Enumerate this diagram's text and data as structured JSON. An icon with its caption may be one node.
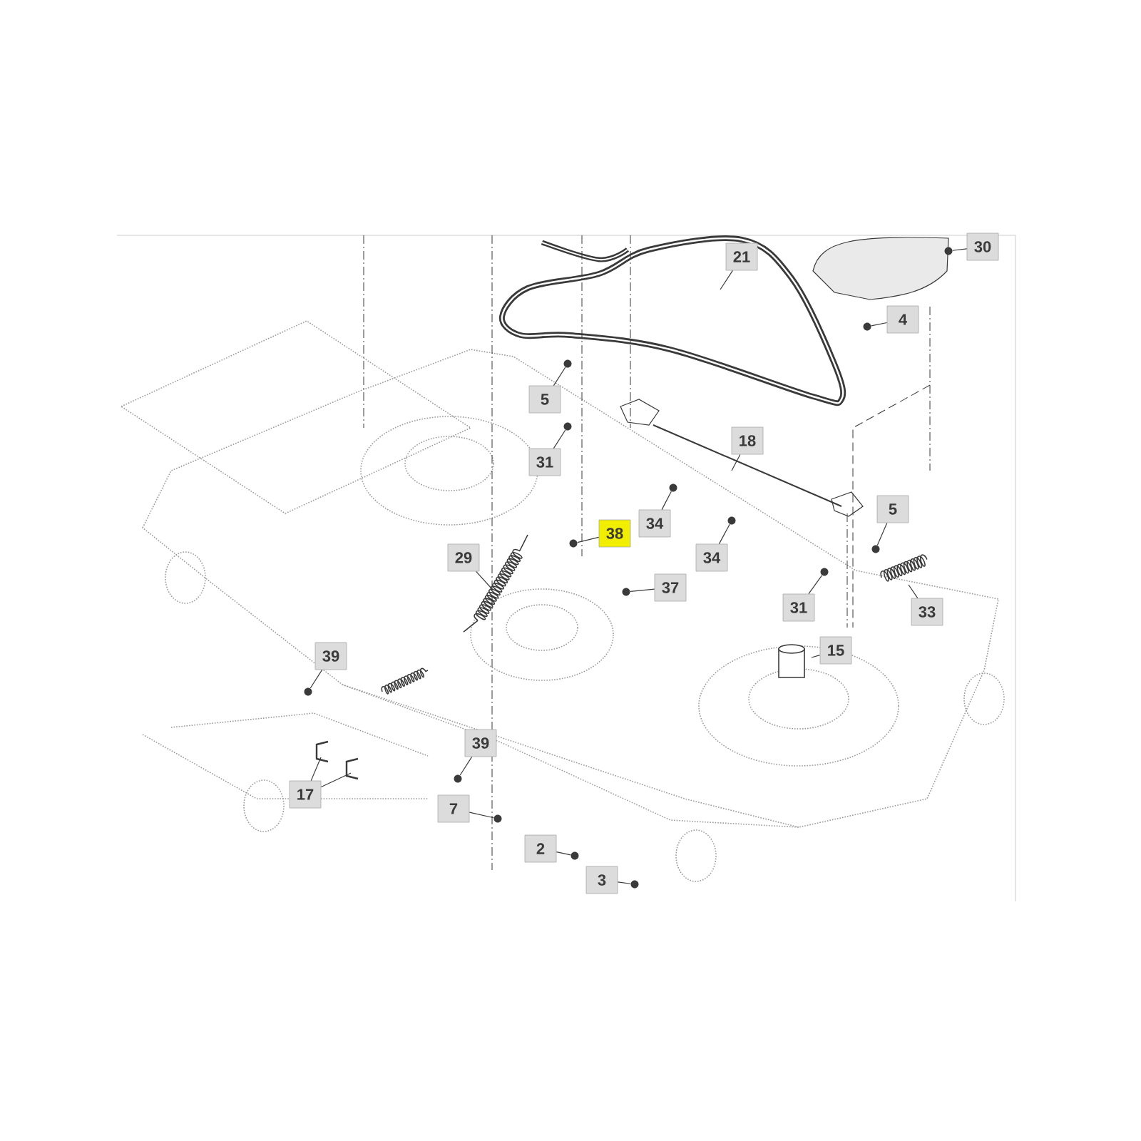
{
  "diagram": {
    "nodes": [
      {
        "text": [
          "21"
        ]
      },
      {
        "text": [
          "30"
        ]
      },
      {
        "text": [
          "4"
        ]
      },
      {
        "text": [
          "5"
        ]
      },
      {
        "text": [
          "31"
        ]
      },
      {
        "text": [
          "18"
        ]
      },
      {
        "text": [
          "34"
        ]
      },
      {
        "text": [
          "38"
        ]
      },
      {
        "text": [
          "29"
        ]
      },
      {
        "text": [
          "37"
        ]
      },
      {
        "text": [
          "34"
        ]
      },
      {
        "text": [
          "5"
        ]
      },
      {
        "text": [
          "31"
        ]
      },
      {
        "text": [
          "33"
        ]
      },
      {
        "text": [
          "15"
        ]
      },
      {
        "text": [
          "39"
        ]
      },
      {
        "text": [
          "39"
        ]
      },
      {
        "text": [
          "17"
        ]
      },
      {
        "text": [
          "7"
        ]
      },
      {
        "text": [
          "2"
        ]
      },
      {
        "text": [
          "3"
        ]
      },
      {
        "text": [],
        "shape": "circle"
      },
      {
        "text": [],
        "shape": "circle"
      },
      {
        "text": [],
        "shape": "circle"
      },
      {
        "text": [],
        "shape": "circle"
      },
      {
        "text": [],
        "shape": "circle"
      },
      {
        "text": [],
        "shape": "circle"
      },
      {
        "text": [],
        "shape": "circle"
      },
      {
        "text": [],
        "shape": "circle"
      },
      {
        "text": [],
        "shape": "circle"
      },
      {
        "text": [],
        "shape": "circle"
      },
      {
        "text": [],
        "shape": "circle"
      },
      {
        "text": [],
        "shape": "circle"
      },
      {
        "text": [],
        "shape": "circle"
      },
      {
        "text": [],
        "shape": "circle"
      },
      {
        "text": [],
        "shape": "circle"
      }
    ],
    "edges": [
      {
        "from": 0,
        "to": null,
        "arrow": "none"
      },
      {
        "from": 1,
        "to": 35,
        "arrow": "none"
      },
      {
        "from": 2,
        "to": 33,
        "arrow": "none"
      },
      {
        "from": 3,
        "to": 24,
        "arrow": "none"
      },
      {
        "from": 4,
        "to": 25,
        "arrow": "none"
      },
      {
        "from": 5,
        "to": null,
        "arrow": "none"
      },
      {
        "from": 6,
        "to": 30,
        "arrow": "none"
      },
      {
        "from": 7,
        "to": 26,
        "arrow": "none"
      },
      {
        "from": 8,
        "to": null,
        "arrow": "none"
      },
      {
        "from": 9,
        "to": 28,
        "arrow": "none"
      },
      {
        "from": 10,
        "to": 31,
        "arrow": "none"
      },
      {
        "from": 11,
        "to": 34,
        "arrow": "none"
      },
      {
        "from": 12,
        "to": 32,
        "arrow": "none"
      },
      {
        "from": 13,
        "to": null,
        "arrow": "none"
      },
      {
        "from": 14,
        "to": null,
        "arrow": "none"
      },
      {
        "from": 15,
        "to": 21,
        "arrow": "none"
      },
      {
        "from": 16,
        "to": 22,
        "arrow": "none"
      },
      {
        "from": 17,
        "to": null,
        "arrow": "none"
      },
      {
        "from": 17,
        "to": null,
        "arrow": "none"
      },
      {
        "from": 18,
        "to": 23,
        "arrow": "none"
      },
      {
        "from": 19,
        "to": 27,
        "arrow": "none"
      },
      {
        "from": 20,
        "to": 29,
        "arrow": "none"
      }
    ]
  }
}
